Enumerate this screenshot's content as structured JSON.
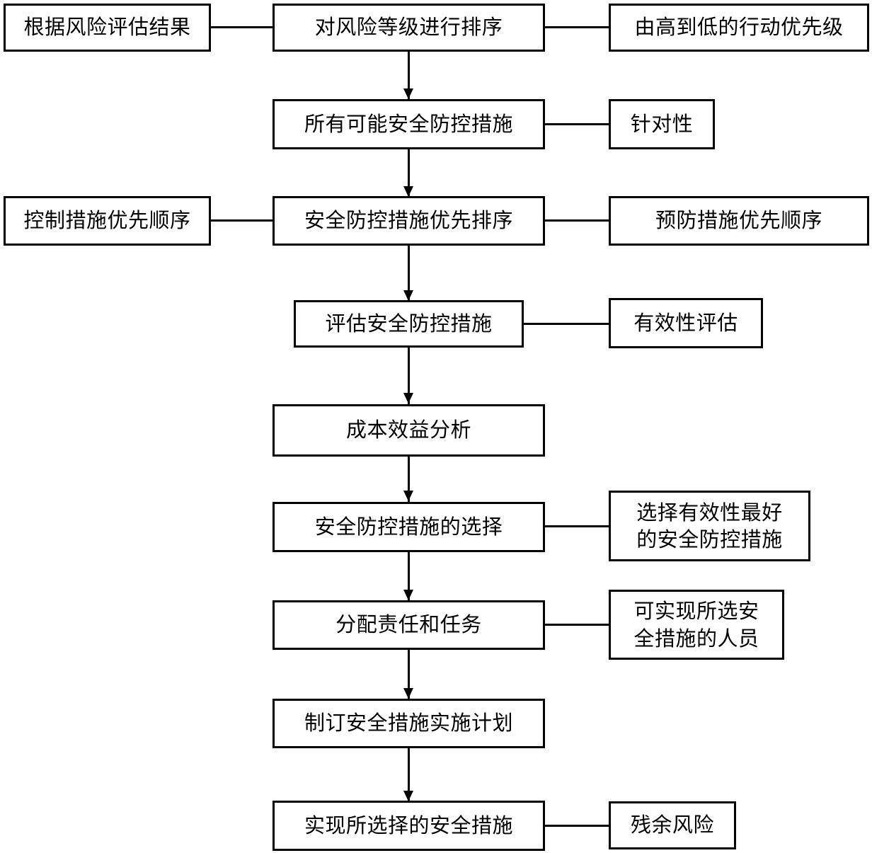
{
  "diagram": {
    "title": "安全防控措施选择与实施流程图",
    "type": "flowchart",
    "orientation": "vertical-main-column-with-side-annotations",
    "colors": {
      "box_border": "#000000",
      "box_fill": "#ffffff",
      "connector": "#000000",
      "text": "#000000",
      "background": "#ffffff"
    },
    "nodes": {
      "main_1": "对风险等级进行排序",
      "main_2": "所有可能安全防控措施",
      "main_3": "安全防控措施优先排序",
      "main_4": "评估安全防控措施",
      "main_5": "成本效益分析",
      "main_6": "安全防控措施的选择",
      "main_7": "分配责任和任务",
      "main_8": "制订安全措施实施计划",
      "main_9": "实现所选择的安全措施",
      "left_1": "根据风险评估结果",
      "left_3": "控制措施优先顺序",
      "right_1": "由高到低的行动优先级",
      "right_2": "针对性",
      "right_3": "预防措施优先顺序",
      "right_4": "有效性评估",
      "right_6": "选择有效性最好\n的安全防控措施",
      "right_7": "可实现所选安\n全措施的人员",
      "right_9": "残余风险"
    },
    "edges": [
      {
        "from": "left_1",
        "to": "main_1",
        "kind": "line",
        "arrow": false
      },
      {
        "from": "main_1",
        "to": "right_1",
        "kind": "line",
        "arrow": false
      },
      {
        "from": "main_1",
        "to": "main_2",
        "kind": "line",
        "arrow": true
      },
      {
        "from": "main_2",
        "to": "right_2",
        "kind": "line",
        "arrow": false
      },
      {
        "from": "main_2",
        "to": "main_3",
        "kind": "line",
        "arrow": true
      },
      {
        "from": "left_3",
        "to": "main_3",
        "kind": "line",
        "arrow": false
      },
      {
        "from": "main_3",
        "to": "right_3",
        "kind": "line",
        "arrow": false
      },
      {
        "from": "main_3",
        "to": "main_4",
        "kind": "line",
        "arrow": true
      },
      {
        "from": "main_4",
        "to": "right_4",
        "kind": "line",
        "arrow": false
      },
      {
        "from": "main_4",
        "to": "main_5",
        "kind": "line",
        "arrow": true
      },
      {
        "from": "main_5",
        "to": "main_6",
        "kind": "line",
        "arrow": true
      },
      {
        "from": "main_6",
        "to": "right_6",
        "kind": "line",
        "arrow": false
      },
      {
        "from": "main_6",
        "to": "main_7",
        "kind": "line",
        "arrow": true
      },
      {
        "from": "main_7",
        "to": "right_7",
        "kind": "line",
        "arrow": false
      },
      {
        "from": "main_7",
        "to": "main_8",
        "kind": "line",
        "arrow": true
      },
      {
        "from": "main_8",
        "to": "main_9",
        "kind": "line",
        "arrow": true
      },
      {
        "from": "main_9",
        "to": "right_9",
        "kind": "line",
        "arrow": false
      }
    ]
  }
}
